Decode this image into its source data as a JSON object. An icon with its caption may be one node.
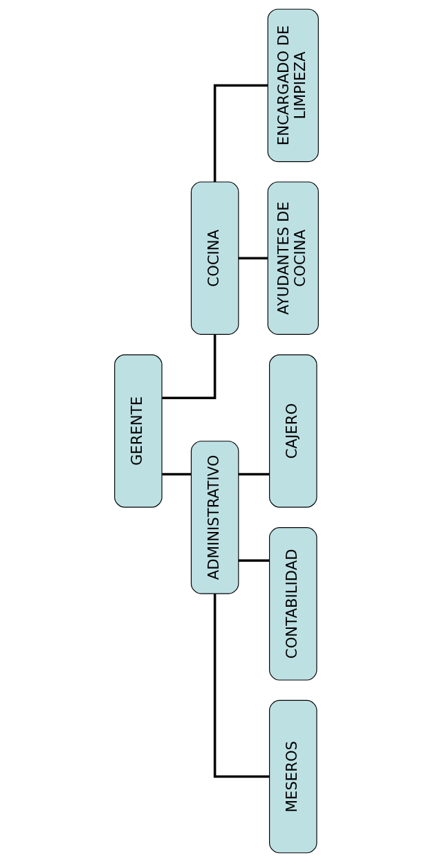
{
  "diagram": {
    "nodes": [
      {
        "text": [
          "GERENTE"
        ]
      },
      {
        "text": [
          "COCINA"
        ]
      },
      {
        "text": [
          "ADMINISTRATIVO"
        ]
      },
      {
        "text": [
          "ENCARGADO DE LIMPIEZA"
        ]
      },
      {
        "text": [
          "AYUDANTES DE COCINA"
        ]
      },
      {
        "text": [
          "CAJERO"
        ]
      },
      {
        "text": [
          "CONTABILIDAD"
        ]
      },
      {
        "text": [
          "MESEROS"
        ]
      }
    ],
    "edges": [
      {
        "from": 0,
        "to": 1,
        "arrow": "none"
      },
      {
        "from": 0,
        "to": 2,
        "arrow": "none"
      },
      {
        "from": 1,
        "to": 3,
        "arrow": "none"
      },
      {
        "from": 1,
        "to": 4,
        "arrow": "none"
      },
      {
        "from": 2,
        "to": 6,
        "arrow": "none"
      },
      {
        "from": 2,
        "to": 5,
        "arrow": "none"
      },
      {
        "from": 2,
        "to": 7,
        "arrow": "none"
      }
    ]
  }
}
